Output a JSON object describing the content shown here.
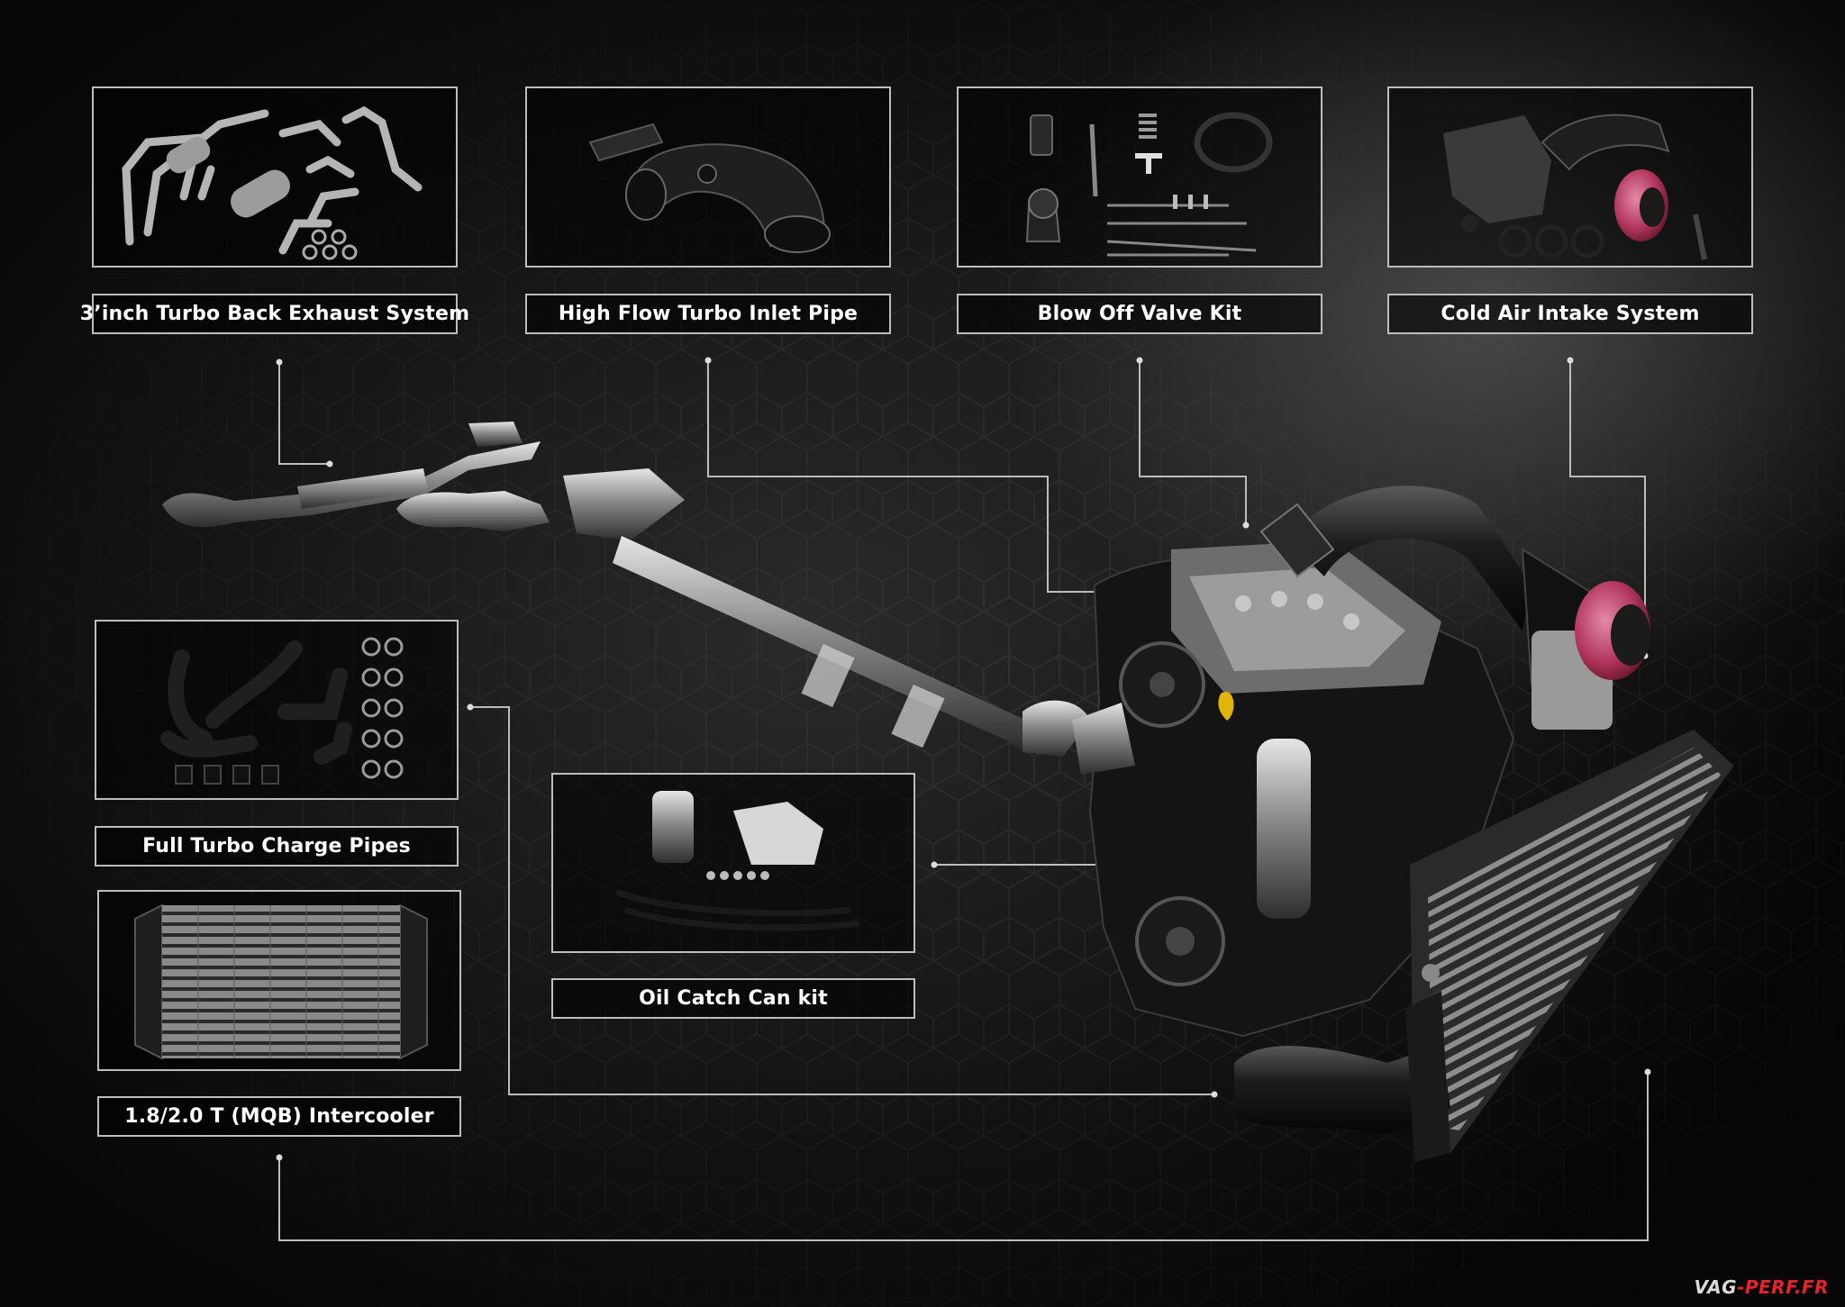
{
  "products": {
    "exhaust": {
      "label": "3’inch Turbo Back Exhaust System",
      "thumb_name": "exhaust-system-parts-photo"
    },
    "inlet_pipe": {
      "label": "High Flow Turbo Inlet Pipe",
      "thumb_name": "turbo-inlet-pipe-photo"
    },
    "bov": {
      "label": "Blow Off Valve Kit",
      "thumb_name": "blow-off-valve-kit-photo"
    },
    "intake": {
      "label": "Cold Air Intake System",
      "thumb_name": "cold-air-intake-photo"
    },
    "charge_pipes": {
      "label": "Full Turbo Charge Pipes",
      "thumb_name": "charge-pipes-photo"
    },
    "intercooler": {
      "label": "1.8/2.0 T (MQB)  Intercooler",
      "thumb_name": "intercooler-photo"
    },
    "catch_can": {
      "label": "Oil Catch Can kit",
      "thumb_name": "oil-catch-can-photo"
    }
  },
  "watermark": {
    "prefix": "VAG",
    "suffix": "-PERF.FR"
  },
  "colors": {
    "background": "#0a0a0a",
    "frame": "#bdbdbd",
    "leader_line": "#bdbdbd",
    "metal": "#b8b8b8",
    "filter_red": "#c2456a",
    "watermark_red": "#e3242b"
  }
}
